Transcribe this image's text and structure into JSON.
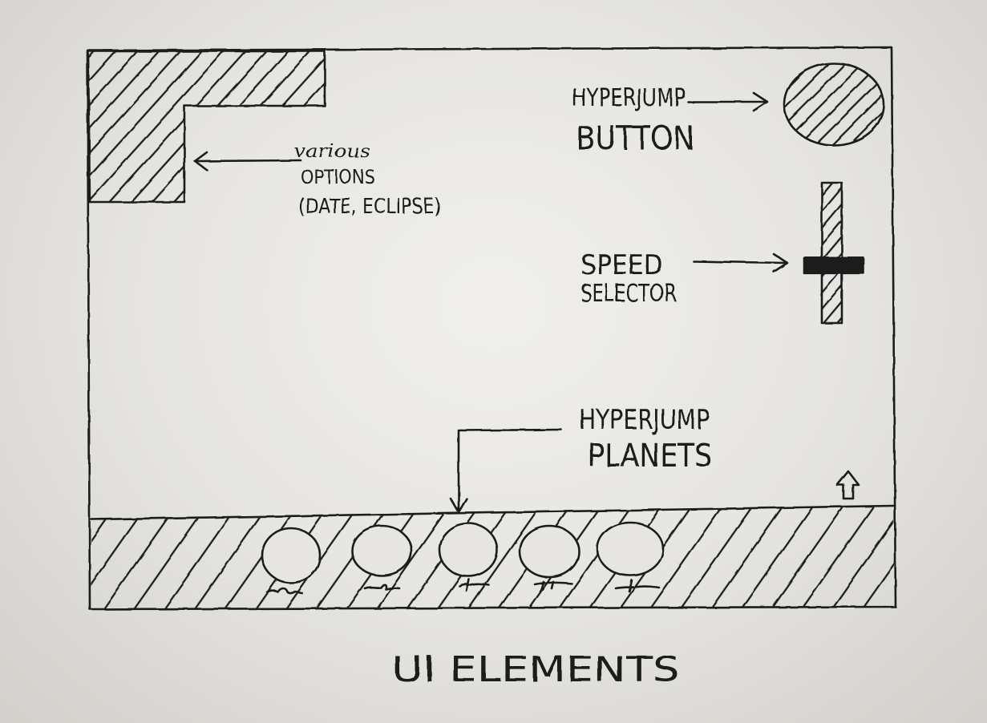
{
  "title": "UI ELEMENTS",
  "options_panel": {
    "icon": "hatched-options-panel",
    "note_line1": "various",
    "note_line2": "OPTIONS",
    "note_line3": "(DATE, ECLIPSE)"
  },
  "hyperjump_button": {
    "icon": "hatched-circle-button",
    "note_line1": "HYPERJUMP",
    "note_line2": "BUTTON"
  },
  "speed_selector": {
    "level": 0.41,
    "note_line1": "SPEED",
    "note_line2": "SELECTOR"
  },
  "hyperjump_planets": {
    "note_line1": "HYPERJUMP",
    "note_line2": "PLANETS",
    "items": [
      {
        "icon": "planet-icon"
      },
      {
        "icon": "planet-icon"
      },
      {
        "icon": "planet-icon"
      },
      {
        "icon": "planet-icon"
      },
      {
        "icon": "planet-icon"
      }
    ]
  },
  "expand_button": {
    "icon": "up-arrow-icon"
  },
  "colors": {
    "ink": "#1b1b1b",
    "paper": "#e6e5e1"
  }
}
